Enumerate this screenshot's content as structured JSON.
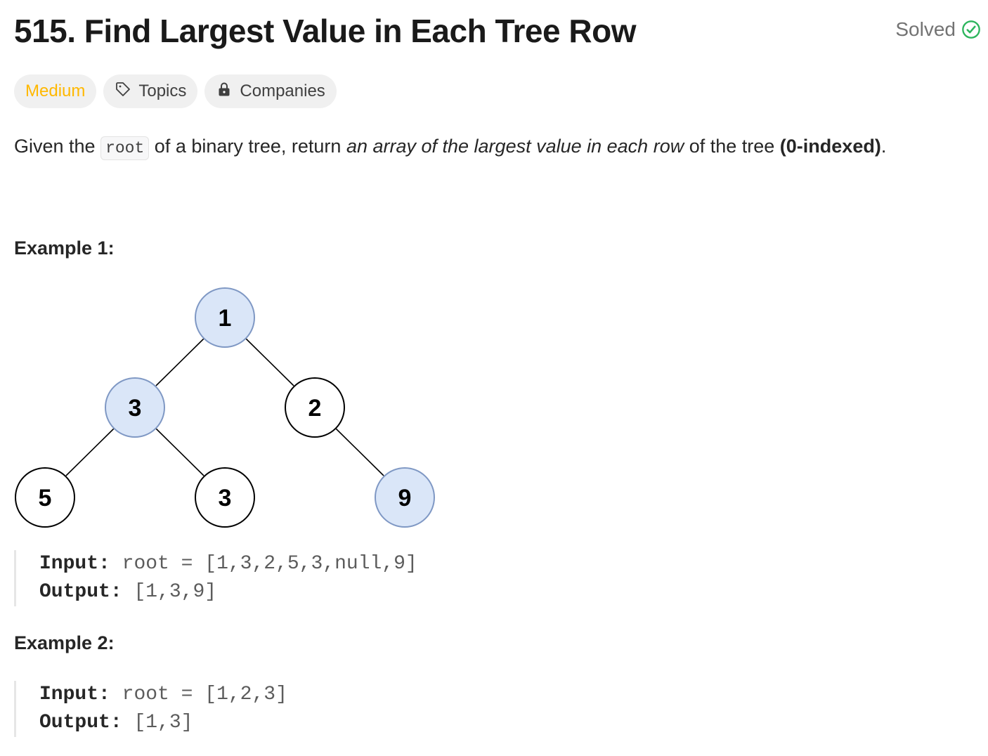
{
  "problem": {
    "title": "515. Find Largest Value in Each Tree Row",
    "status": "Solved"
  },
  "tags": [
    {
      "label": "Medium",
      "icon": ""
    },
    {
      "label": "Topics",
      "icon": "tag-icon"
    },
    {
      "label": "Companies",
      "icon": "lock-icon"
    }
  ],
  "description": {
    "part1": "Given the ",
    "code": "root",
    "part2": " of a binary tree, return ",
    "emph": "an array of the largest value in each row",
    "part3": " of the tree ",
    "bold": "(0-indexed)",
    "part4": "."
  },
  "examples": [
    {
      "heading": "Example 1:",
      "input_label": "Input:",
      "input_value": "root = [1,3,2,5,3,null,9]",
      "output_label": "Output:",
      "output_value": "[1,3,9]"
    },
    {
      "heading": "Example 2:",
      "input_label": "Input:",
      "input_value": "root = [1,2,3]",
      "output_label": "Output:",
      "output_value": "[1,3]"
    }
  ],
  "tree": {
    "nodes": [
      {
        "id": "n1",
        "value": "1",
        "highlighted": true
      },
      {
        "id": "n3a",
        "value": "3",
        "highlighted": true
      },
      {
        "id": "n2",
        "value": "2",
        "highlighted": false
      },
      {
        "id": "n5",
        "value": "5",
        "highlighted": false
      },
      {
        "id": "n3b",
        "value": "3",
        "highlighted": false
      },
      {
        "id": "n9",
        "value": "9",
        "highlighted": true
      }
    ],
    "colors": {
      "highlight_fill": "#dae6f8",
      "highlight_stroke": "#7f98c4",
      "normal_fill": "#ffffff",
      "normal_stroke": "#000000"
    }
  },
  "colors": {
    "medium": "#ffb800",
    "solved_check": "#2db55d"
  }
}
